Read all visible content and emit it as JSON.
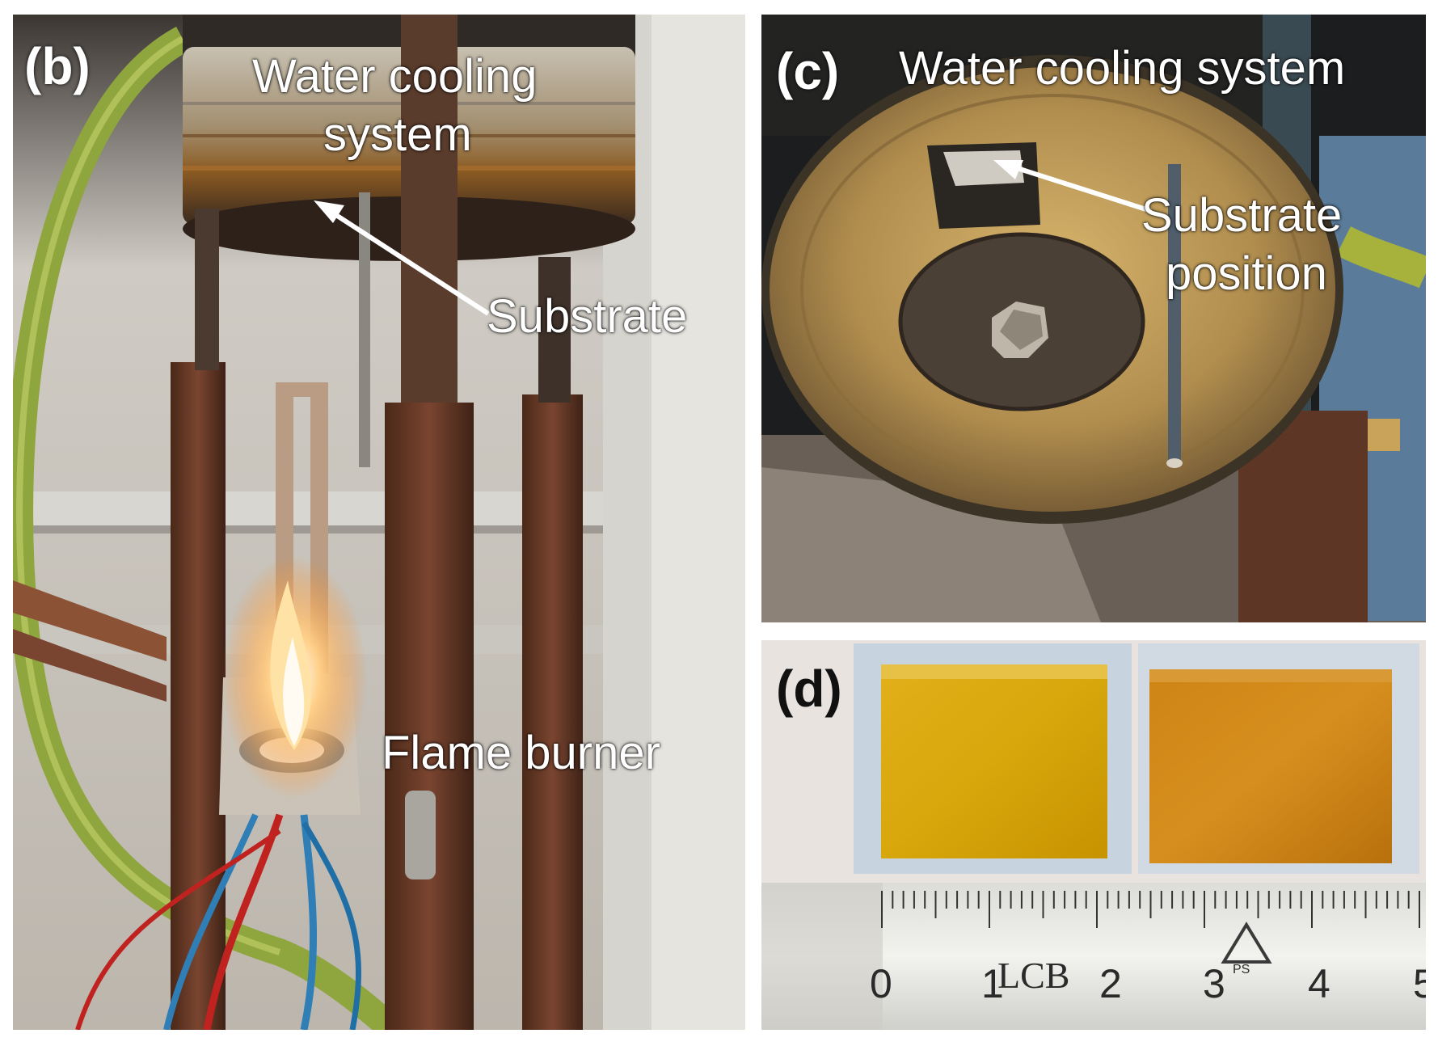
{
  "panel_b": {
    "tag": "(b)",
    "water_cooling_line1": "Water cooling",
    "water_cooling_line2": "system",
    "substrate": "Substrate",
    "flame_burner": "Flame burner"
  },
  "panel_c": {
    "tag": "(c)",
    "water_cooling": "Water cooling system",
    "substrate_line1": "Substrate",
    "substrate_line2": "position"
  },
  "panel_d": {
    "tag": "(d)",
    "ruler_numbers": [
      "0",
      "1",
      "2",
      "3",
      "4",
      "5"
    ],
    "ruler_mark": "LCB",
    "recycle_mark": "PS"
  },
  "colors": {
    "brass": "#a8823e",
    "rust_post": "#6b3a24",
    "flame": "#ffb347",
    "sample_left": "#d9a80a",
    "sample_right": "#c8790e"
  }
}
